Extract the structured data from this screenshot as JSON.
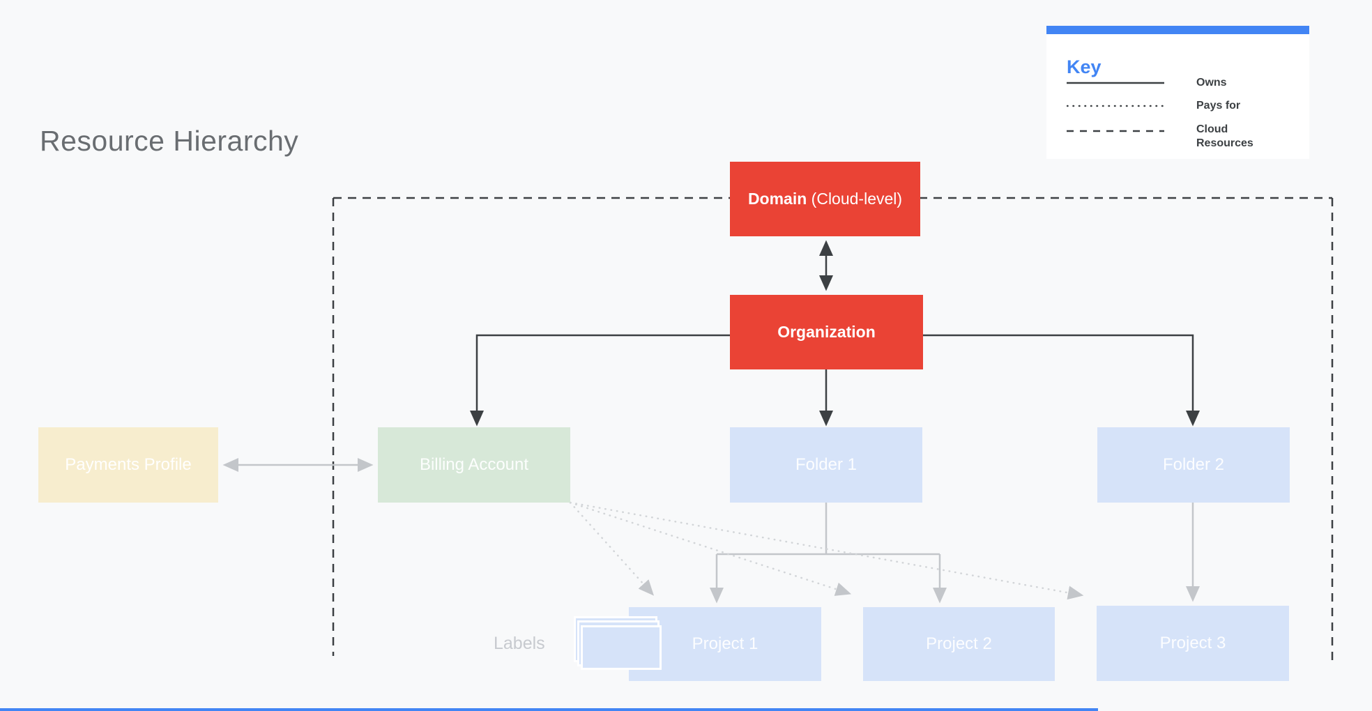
{
  "title": "Resource Hierarchy",
  "key": {
    "heading": "Key",
    "items": [
      {
        "style": "solid",
        "label": "Owns"
      },
      {
        "style": "dotted",
        "label": "Pays for"
      },
      {
        "style": "dashed",
        "label": "Cloud Resources"
      }
    ]
  },
  "nodes": {
    "domain": {
      "label_bold": "Domain",
      "label_rest": " (Cloud-level)",
      "color": "#EA4335"
    },
    "organization": {
      "label": "Organization",
      "color": "#EA4335"
    },
    "payments_profile": {
      "label": "Payments Profile",
      "color": "#F7EDCE"
    },
    "billing_account": {
      "label": "Billing Account",
      "color": "#D7E8D8"
    },
    "folder1": {
      "label": "Folder 1",
      "color": "#D6E3F9"
    },
    "folder2": {
      "label": "Folder 2",
      "color": "#D6E3F9"
    },
    "project1": {
      "label": "Project 1",
      "color": "#D6E3F9"
    },
    "project2": {
      "label": "Project 2",
      "color": "#D6E3F9"
    },
    "project3": {
      "label": "Project 3",
      "color": "#D6E3F9"
    }
  },
  "labels_caption": "Labels",
  "edges": [
    {
      "from": "domain",
      "to": "organization",
      "type": "owns",
      "bidirectional": true
    },
    {
      "from": "organization",
      "to": "billing_account",
      "type": "owns"
    },
    {
      "from": "organization",
      "to": "folder1",
      "type": "owns"
    },
    {
      "from": "organization",
      "to": "folder2",
      "type": "owns"
    },
    {
      "from": "payments_profile",
      "to": "billing_account",
      "type": "owns",
      "bidirectional": true
    },
    {
      "from": "folder1",
      "to": "project1",
      "type": "owns"
    },
    {
      "from": "folder1",
      "to": "project2",
      "type": "owns"
    },
    {
      "from": "folder2",
      "to": "project3",
      "type": "owns"
    },
    {
      "from": "billing_account",
      "to": "project1",
      "type": "pays_for"
    },
    {
      "from": "billing_account",
      "to": "project2",
      "type": "pays_for"
    },
    {
      "from": "billing_account",
      "to": "project3",
      "type": "pays_for"
    },
    {
      "boundary": "cloud_resources",
      "type": "cloud_resources",
      "encloses": [
        "domain",
        "organization",
        "billing_account",
        "folder1",
        "folder2",
        "project1",
        "project2",
        "project3"
      ]
    }
  ],
  "colors": {
    "background": "#F8F9FA",
    "accent_blue": "#4285F4",
    "node_red": "#EA4335",
    "node_green": "#D7E8D8",
    "node_yellow": "#F7EDCE",
    "node_blue": "#D6E3F9",
    "line_dark": "#3C4043",
    "line_gray": "#C3C6CA",
    "line_dotted": "#D2D5D8",
    "title_gray": "#696D71"
  }
}
